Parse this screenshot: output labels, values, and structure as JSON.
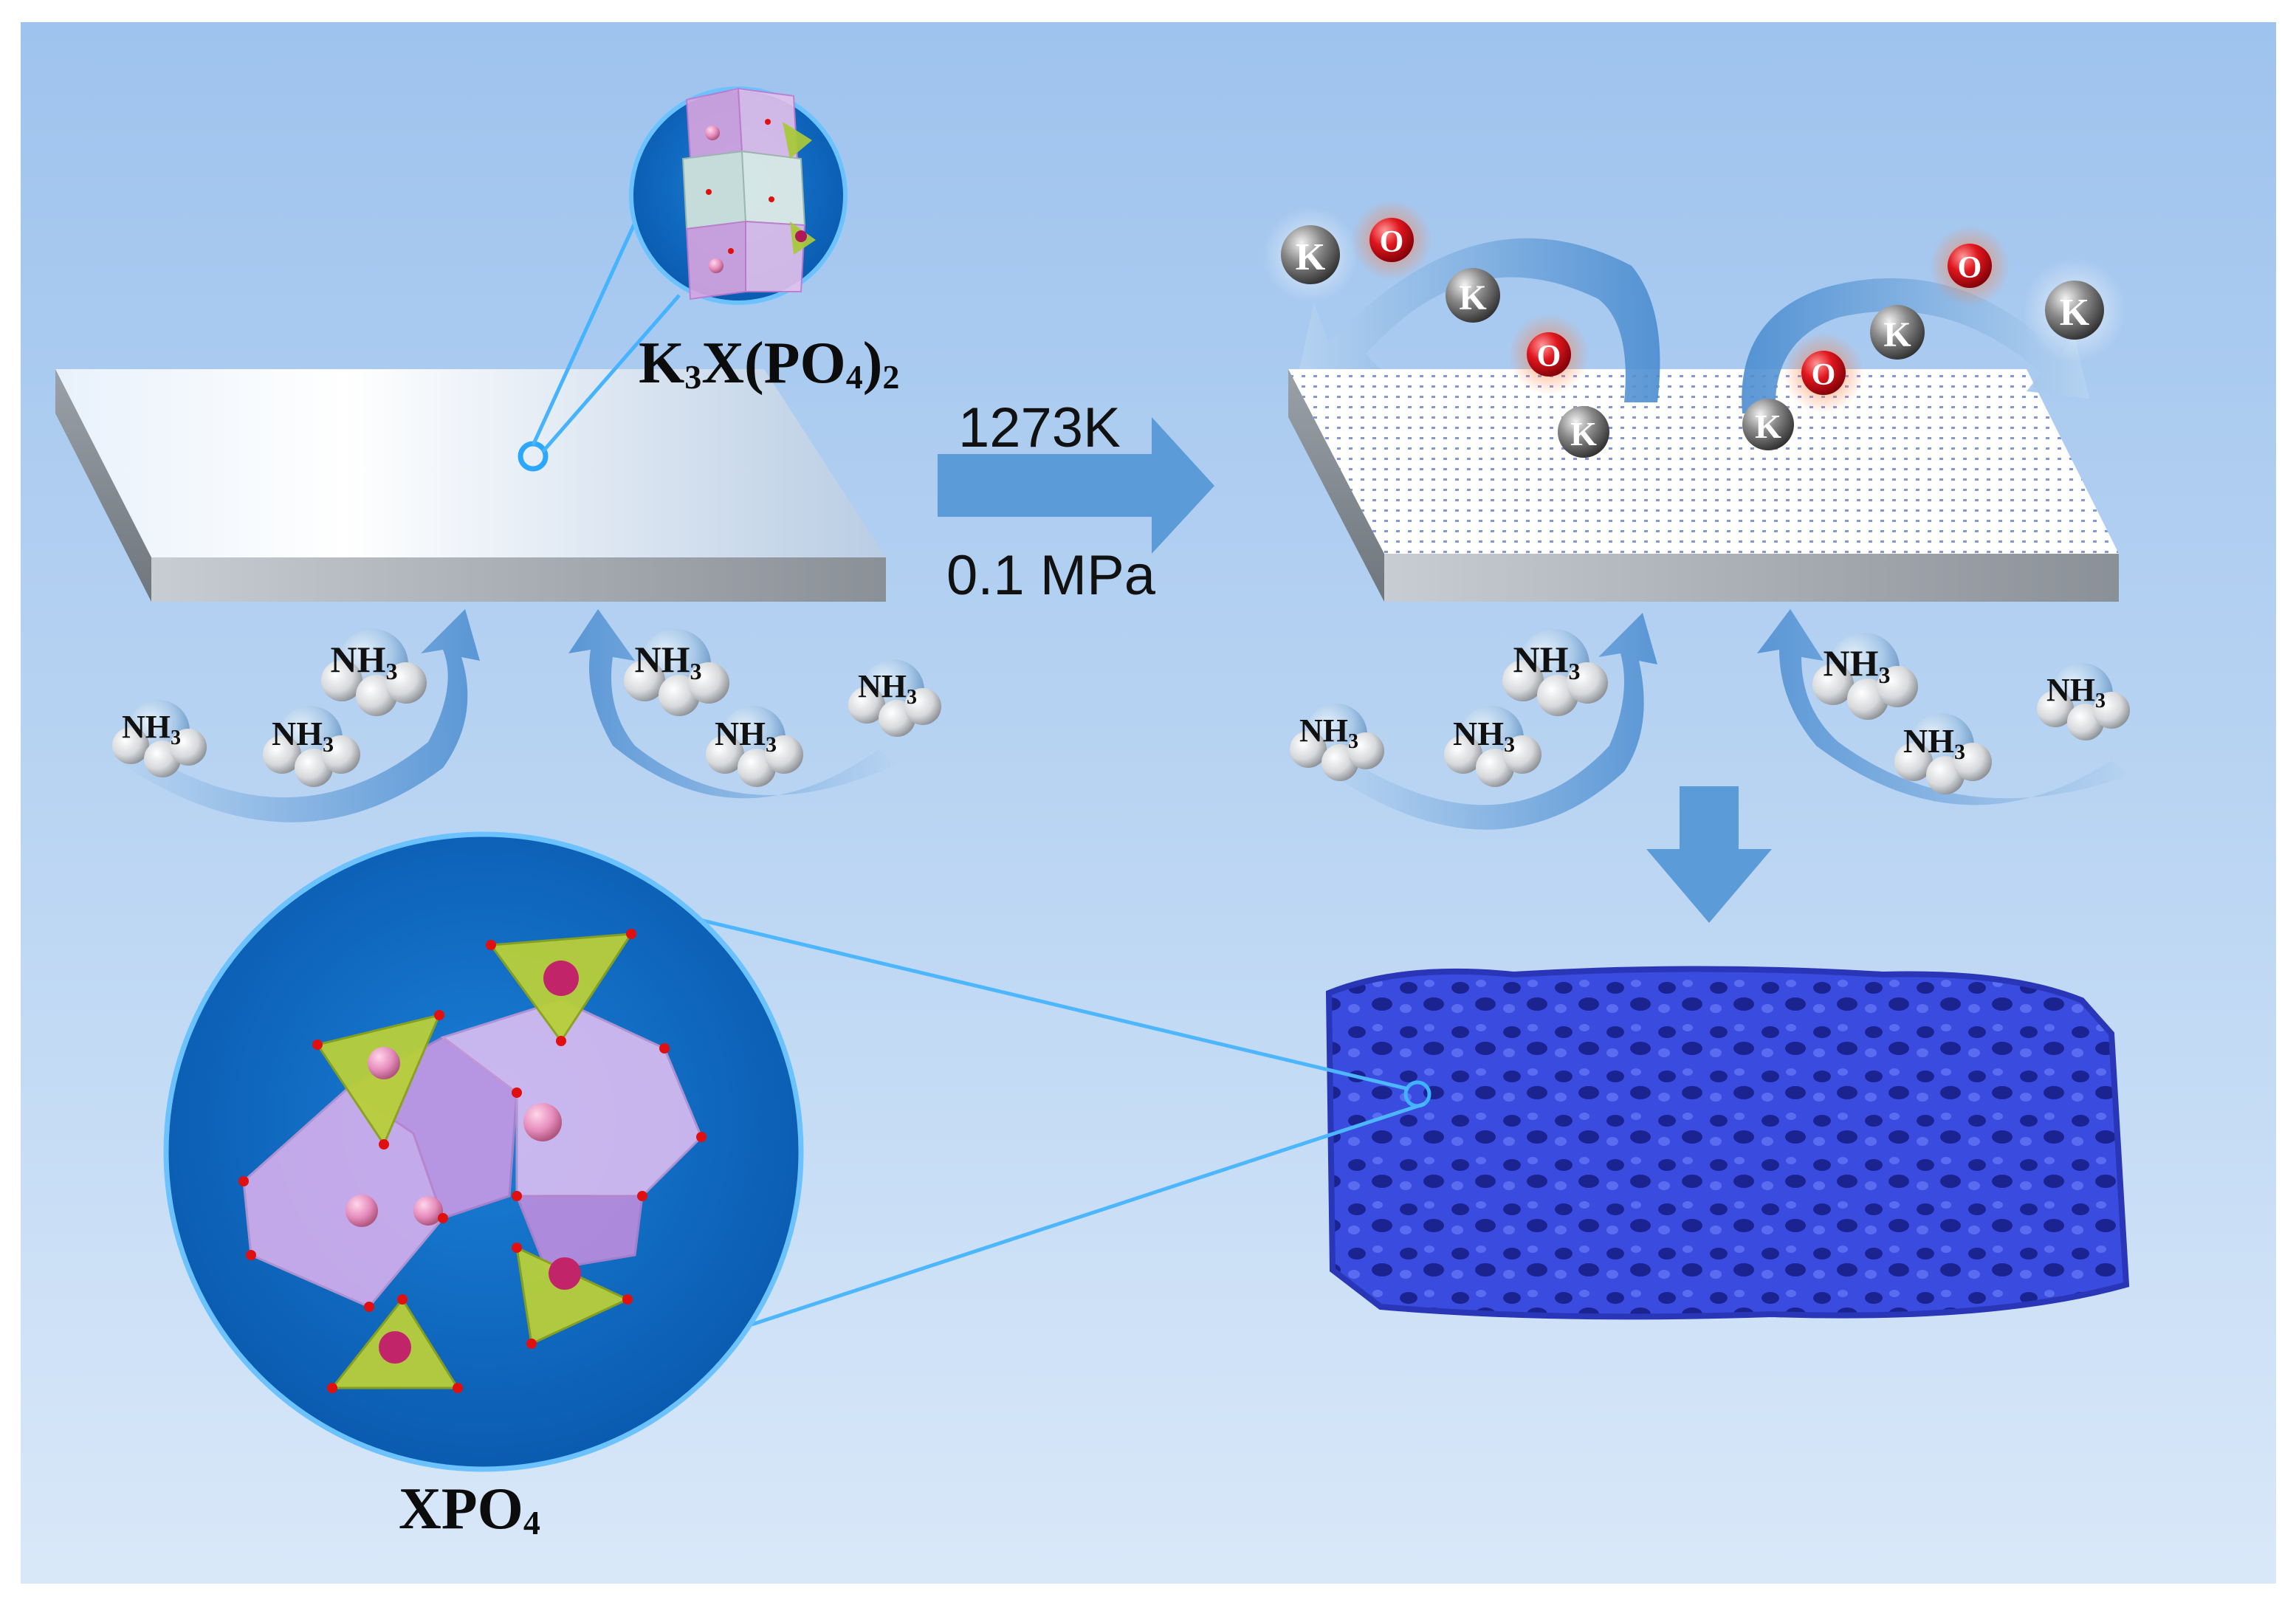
{
  "labels": {
    "precursor_formula": {
      "prefix": "K",
      "sub1": "3",
      "mid": "X(PO",
      "sub2": "4",
      "close": ")",
      "sub3": "2"
    },
    "temperature": "1273K",
    "pressure": "0.1 MPa",
    "product_formula": {
      "prefix": "XPO",
      "sub": "4"
    }
  },
  "molecules": {
    "ammonia": {
      "main": "NH",
      "sub": "3"
    },
    "potassium": "K",
    "oxygen": "O"
  },
  "colors": {
    "background_top": "#9fc4ef",
    "background_bottom": "#d6e6f8",
    "arrow_blue": "#5a9bd8",
    "porous_blue": "#3346d6",
    "zoom_circle": "#0b6ac2",
    "oxygen_red": "#d8141c",
    "potassium_gray": "#5a5a5a"
  }
}
